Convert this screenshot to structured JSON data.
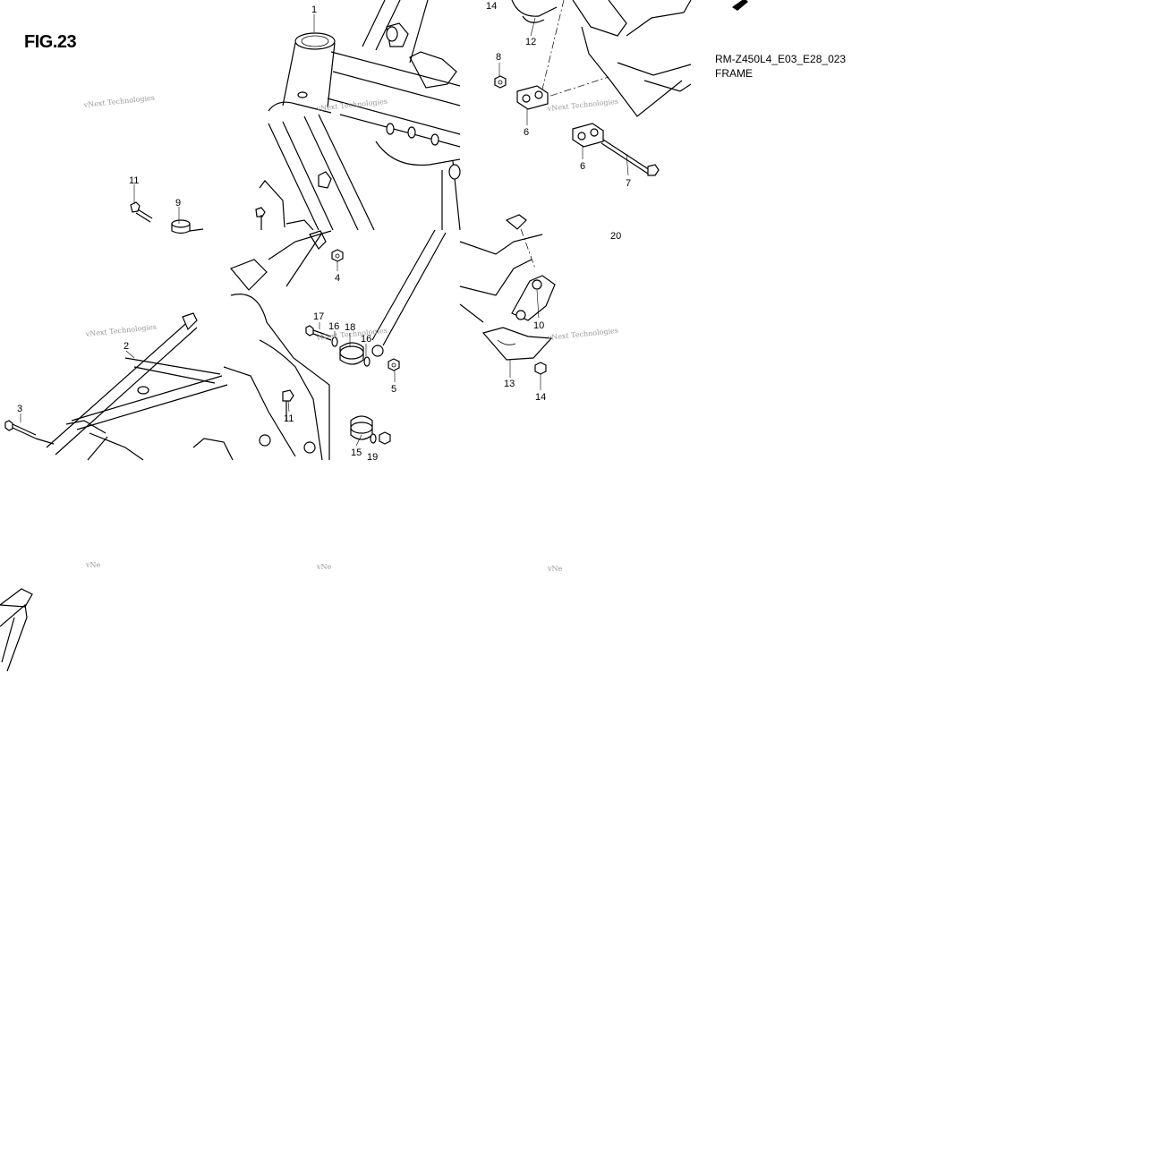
{
  "figure": {
    "title": "FIG.23",
    "model_code": "RM-Z450L4_E03_E28_023",
    "section_name": "FRAME"
  },
  "watermark": {
    "text": "vNext Technologies",
    "partial": "vNe"
  },
  "callouts": {
    "c1": "1",
    "c2": "2",
    "c3": "3",
    "c4": "4",
    "c5": "5",
    "c6a": "6",
    "c6b": "6",
    "c7": "7",
    "c8": "8",
    "c9": "9",
    "c10": "10",
    "c11a": "11",
    "c11b": "11",
    "c12": "12",
    "c13": "13",
    "c14a": "14",
    "c14b": "14",
    "c15": "15",
    "c16a": "16",
    "c16b": "16",
    "c17": "17",
    "c18": "18",
    "c19": "19",
    "c20": "20"
  }
}
